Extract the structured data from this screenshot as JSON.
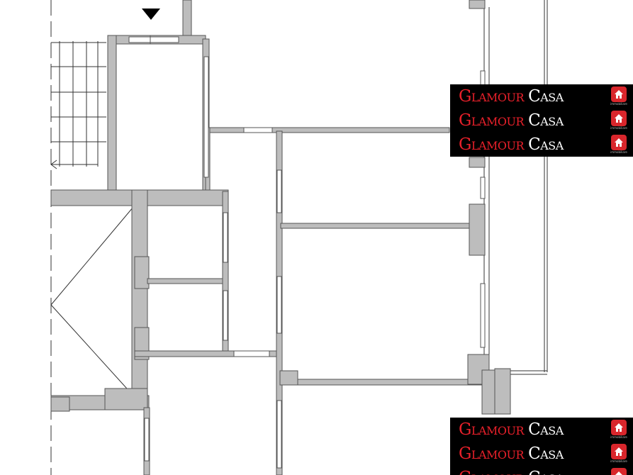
{
  "watermark": {
    "brand_part1": "Glamour",
    "brand_part2": "Casa",
    "logo_subtext": "immobiliare",
    "colors": {
      "red": "#e8202a",
      "white": "#ffffff",
      "background": "#000000",
      "logo": "#d9262c"
    }
  },
  "icons": {
    "north_arrow": "down-triangle-icon",
    "logo": "house-icon"
  },
  "colors": {
    "wall_fill": "#bdbdbd",
    "wall_stroke": "#555555",
    "line": "#333333"
  }
}
